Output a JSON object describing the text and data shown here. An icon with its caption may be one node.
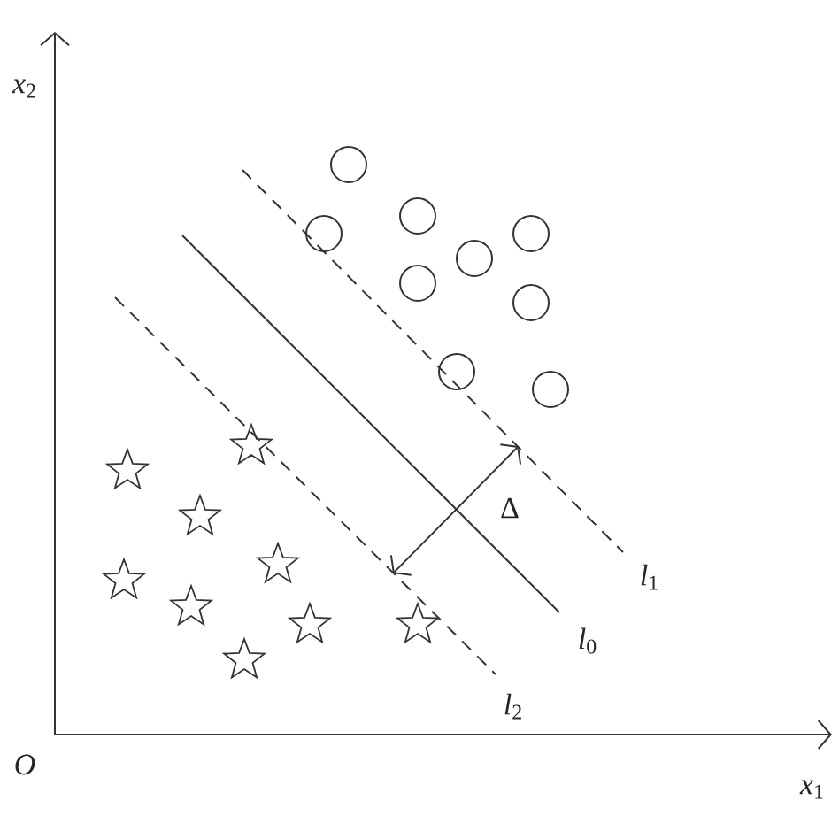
{
  "diagram": {
    "labels": [
      "*x*$_{2}$",
      "*O*",
      "*x*$_{1}$",
      "*l*$_{1}$",
      "*l*$_{0}$",
      "*l*$_{2}$",
      "Δ"
    ]
  }
}
